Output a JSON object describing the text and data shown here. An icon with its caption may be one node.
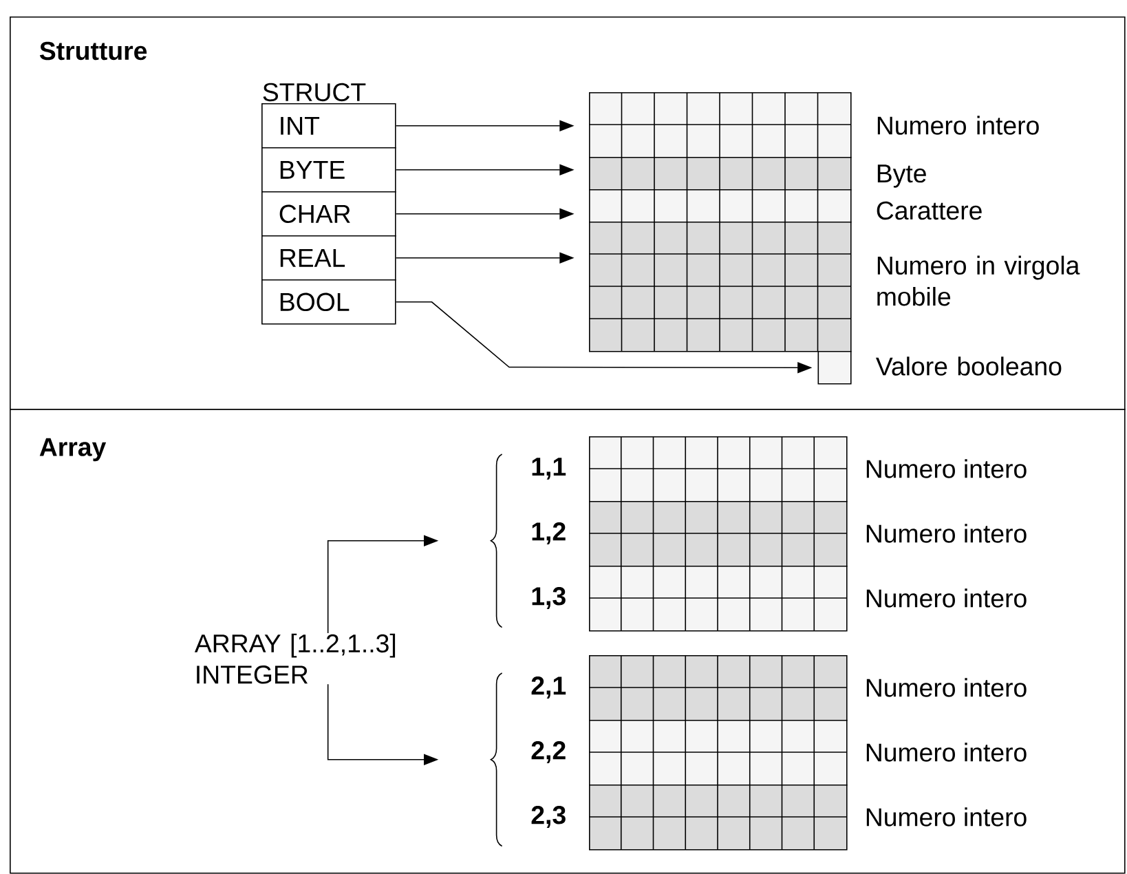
{
  "diagram": {
    "nodes": [
      {
        "text": [
          "Strutture"
        ]
      },
      {
        "text": [
          "STRUCT"
        ],
        "in": 0
      },
      {
        "text": [
          "INT"
        ],
        "in": 0
      },
      {
        "text": [
          "BYTE"
        ],
        "in": 0
      },
      {
        "text": [
          "CHAR"
        ],
        "in": 0
      },
      {
        "text": [
          "REAL"
        ],
        "in": 0
      },
      {
        "text": [
          "BOOL"
        ],
        "in": 0
      },
      {
        "text": [],
        "shape": "box",
        "beside": [
          "Numero intero"
        ],
        "in": 0
      },
      {
        "text": [],
        "shape": "box",
        "beside": [
          "Byte"
        ],
        "in": 0
      },
      {
        "text": [],
        "shape": "box",
        "beside": [
          "Carattere"
        ],
        "in": 0
      },
      {
        "text": [],
        "shape": "box",
        "beside": [
          "Numero in virgola mobile"
        ],
        "in": 0
      },
      {
        "text": [],
        "shape": "box",
        "beside": [
          "Valore booleano"
        ],
        "in": 0
      },
      {
        "text": [
          "Array"
        ]
      },
      {
        "text": [
          "ARRAY [1..2,1..3] INTEGER"
        ],
        "in": 12
      },
      {
        "text": [],
        "shape": "brace",
        "in": 12
      },
      {
        "text": [],
        "shape": "box",
        "beside": [
          "1,1",
          "Numero intero"
        ],
        "in": 12
      },
      {
        "text": [],
        "shape": "box",
        "beside": [
          "1,2",
          "Numero intero"
        ],
        "in": 12
      },
      {
        "text": [],
        "shape": "box",
        "beside": [
          "1,3",
          "Numero intero"
        ],
        "in": 12
      },
      {
        "text": [],
        "shape": "brace",
        "in": 12
      },
      {
        "text": [],
        "shape": "box",
        "beside": [
          "2,1",
          "Numero intero"
        ],
        "in": 12
      },
      {
        "text": [],
        "shape": "box",
        "beside": [
          "2,2",
          "Numero intero"
        ],
        "in": 12
      },
      {
        "text": [],
        "shape": "box",
        "beside": [
          "2,3",
          "Numero intero"
        ],
        "in": 12
      }
    ],
    "edges": [
      {
        "from": 2,
        "to": 7,
        "arrow": "to"
      },
      {
        "from": 3,
        "to": 8,
        "arrow": "to"
      },
      {
        "from": 4,
        "to": 9,
        "arrow": "to"
      },
      {
        "from": 5,
        "to": 10,
        "arrow": "to"
      },
      {
        "from": 6,
        "to": 11,
        "arrow": "to"
      },
      {
        "from": 13,
        "to": 14,
        "arrow": "to"
      },
      {
        "from": 13,
        "to": 18,
        "arrow": "to"
      }
    ]
  }
}
